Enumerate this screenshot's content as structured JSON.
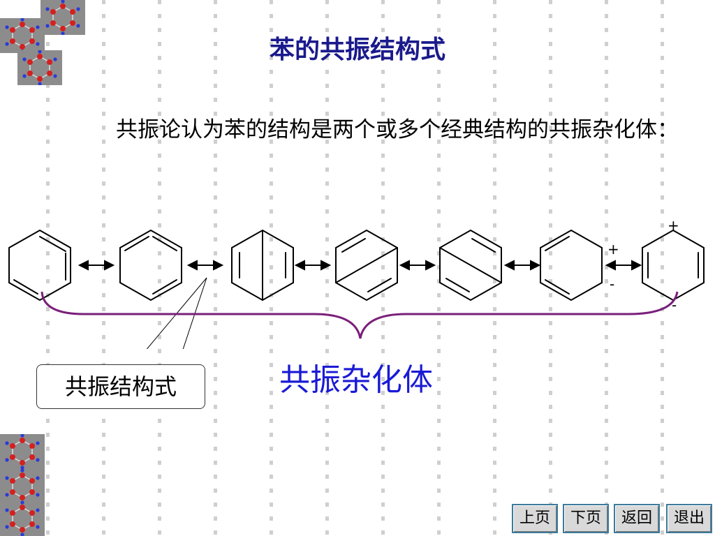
{
  "title": "苯的共振结构式",
  "paragraph": "共振论认为苯的结构是两个或多个经典结构的共振杂化体：",
  "diagram": {
    "charges": {
      "plus": "+",
      "minus": "-"
    },
    "callout_label": "共振结构式",
    "hybrid_label": "共振杂化体"
  },
  "nav": {
    "prev": "上页",
    "next": "下页",
    "back": "返回",
    "exit": "退出"
  },
  "colors": {
    "title": "#1a1a8c",
    "hybrid_label": "#1a1ad6",
    "brace": "#7a1f7a",
    "nav_border": "#3d7a9a"
  },
  "icons": [
    "benzene-molecule-model-icon"
  ]
}
